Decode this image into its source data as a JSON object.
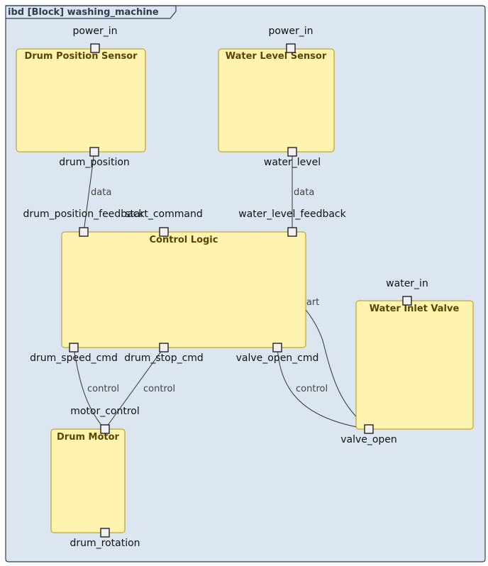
{
  "diagram": {
    "frame_title": "ibd [Block] washing_machine",
    "colors": {
      "frame_fill": "#dce6f0",
      "frame_stroke": "#2c3e50",
      "block_fill": "#fff3b0",
      "block_stroke": "#b8930a",
      "block_title": "#5a4600",
      "port_fill": "#f0f0f0"
    },
    "blocks": [
      {
        "id": "drum_position_sensor",
        "name": "Drum Position Sensor"
      },
      {
        "id": "water_level_sensor",
        "name": "Water Level Sensor"
      },
      {
        "id": "control_logic",
        "name": "Control Logic"
      },
      {
        "id": "water_inlet_valve",
        "name": "Water Inlet Valve"
      },
      {
        "id": "drum_motor",
        "name": "Drum Motor"
      }
    ],
    "ports": [
      {
        "id": "dps_power_in",
        "block": "drum_position_sensor",
        "name": "power_in"
      },
      {
        "id": "dps_drum_position",
        "block": "drum_position_sensor",
        "name": "drum_position"
      },
      {
        "id": "wls_power_in",
        "block": "water_level_sensor",
        "name": "power_in"
      },
      {
        "id": "wls_water_level",
        "block": "water_level_sensor",
        "name": "water_level"
      },
      {
        "id": "cl_drum_position_feedback",
        "block": "control_logic",
        "name": "drum_position_feedback"
      },
      {
        "id": "cl_start_command",
        "block": "control_logic",
        "name": "start_command"
      },
      {
        "id": "cl_water_level_feedback",
        "block": "control_logic",
        "name": "water_level_feedback"
      },
      {
        "id": "cl_drum_speed_cmd",
        "block": "control_logic",
        "name": "drum_speed_cmd"
      },
      {
        "id": "cl_drum_stop_cmd",
        "block": "control_logic",
        "name": "drum_stop_cmd"
      },
      {
        "id": "cl_valve_open_cmd",
        "block": "control_logic",
        "name": "valve_open_cmd"
      },
      {
        "id": "wiv_water_in",
        "block": "water_inlet_valve",
        "name": "water_in"
      },
      {
        "id": "wiv_valve_open",
        "block": "water_inlet_valve",
        "name": "valve_open"
      },
      {
        "id": "dm_motor_control",
        "block": "drum_motor",
        "name": "motor_control"
      },
      {
        "id": "dm_drum_rotation",
        "block": "drum_motor",
        "name": "drum_rotation"
      }
    ],
    "connectors": [
      {
        "id": "c1",
        "from": "dps_drum_position",
        "to": "cl_drum_position_feedback",
        "label": "data"
      },
      {
        "id": "c2",
        "from": "wls_water_level",
        "to": "cl_water_level_feedback",
        "label": "data"
      },
      {
        "id": "c3",
        "from": "cl_start_command",
        "to": "wiv_valve_open",
        "label": "start"
      },
      {
        "id": "c4",
        "from": "cl_drum_speed_cmd",
        "to": "dm_motor_control",
        "label": "control"
      },
      {
        "id": "c5",
        "from": "cl_drum_stop_cmd",
        "to": "dm_motor_control",
        "label": "control"
      },
      {
        "id": "c6",
        "from": "cl_valve_open_cmd",
        "to": "wiv_valve_open",
        "label": "control"
      }
    ]
  }
}
